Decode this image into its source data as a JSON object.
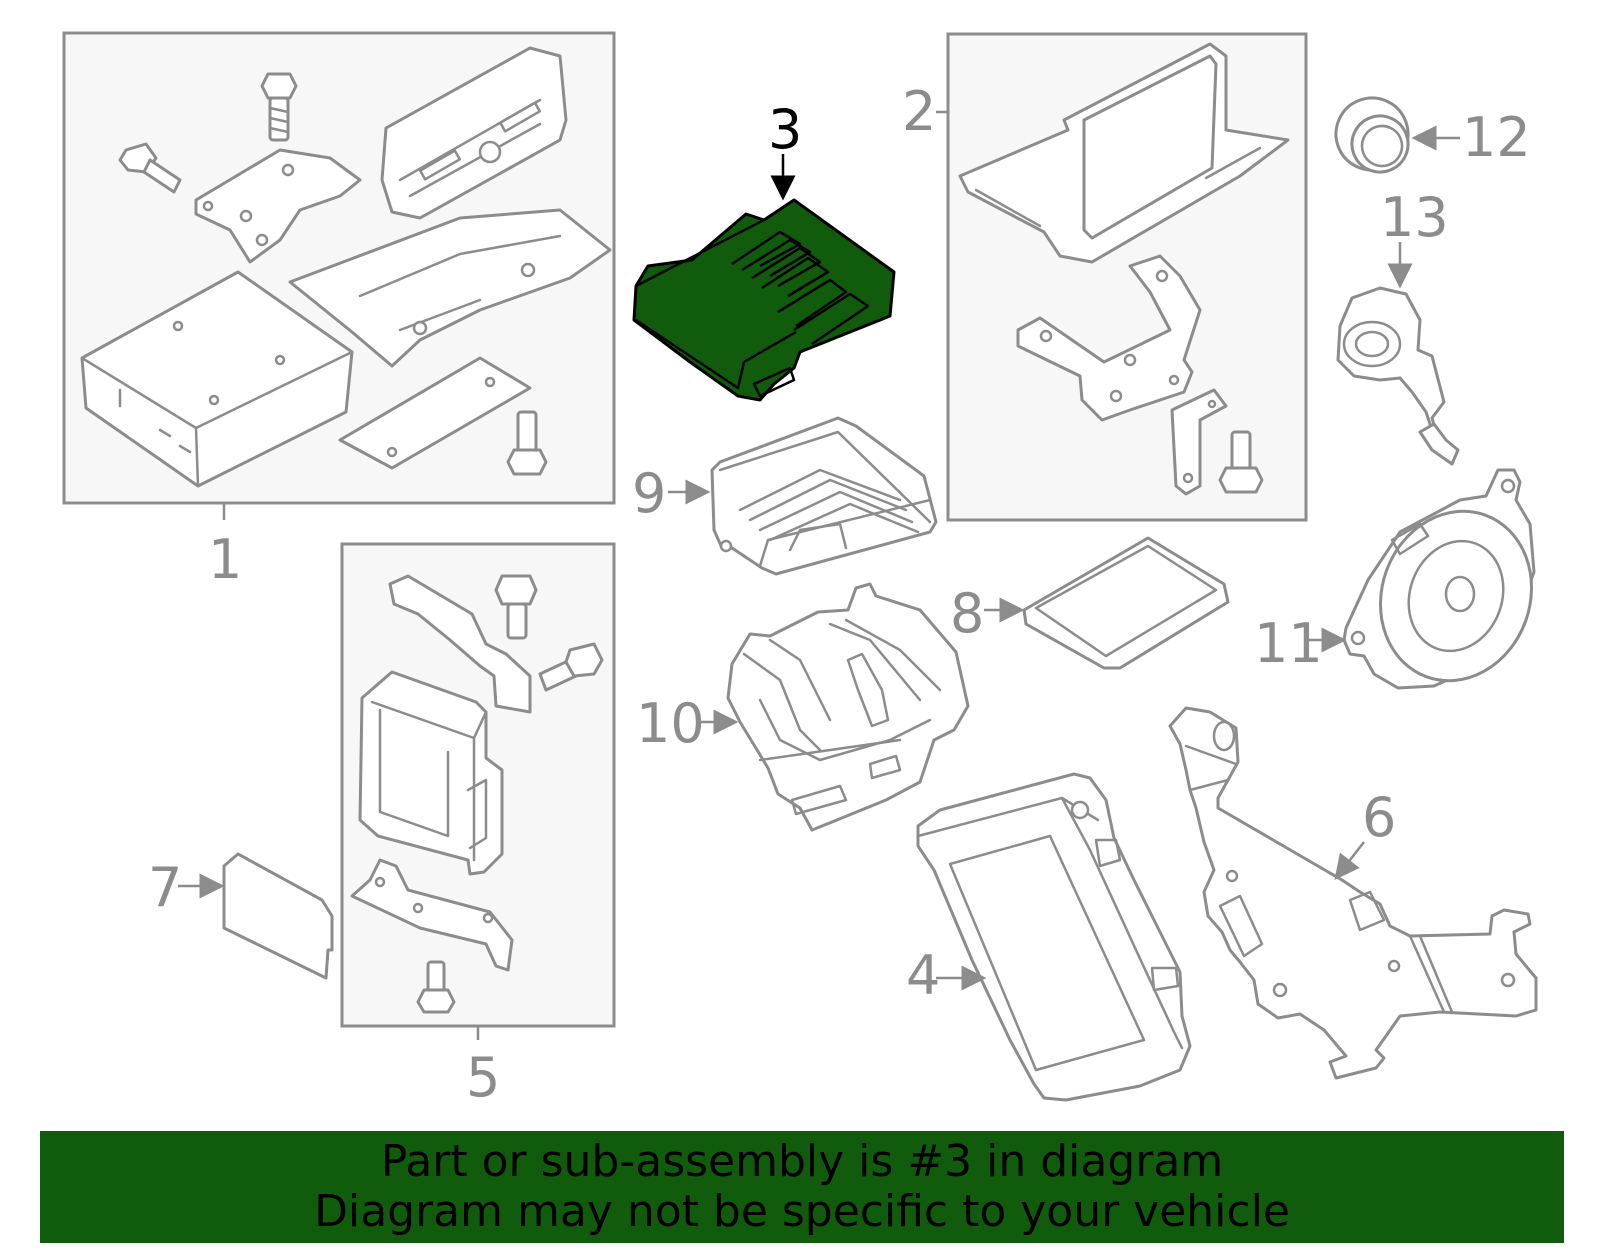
{
  "diagram": {
    "highlighted_callout": "3",
    "highlight_color": "#105c0c",
    "line_color": "#8c8c8c",
    "callouts": {
      "c1": "1",
      "c2": "2",
      "c3": "3",
      "c4": "4",
      "c5": "5",
      "c6": "6",
      "c7": "7",
      "c8": "8",
      "c9": "9",
      "c10": "10",
      "c11": "11",
      "c12": "12",
      "c13": "13"
    }
  },
  "banner": {
    "line1": "Part or sub-assembly is #3 in diagram",
    "line2": "Diagram may not be specific to your vehicle",
    "color": "#105c0c"
  }
}
